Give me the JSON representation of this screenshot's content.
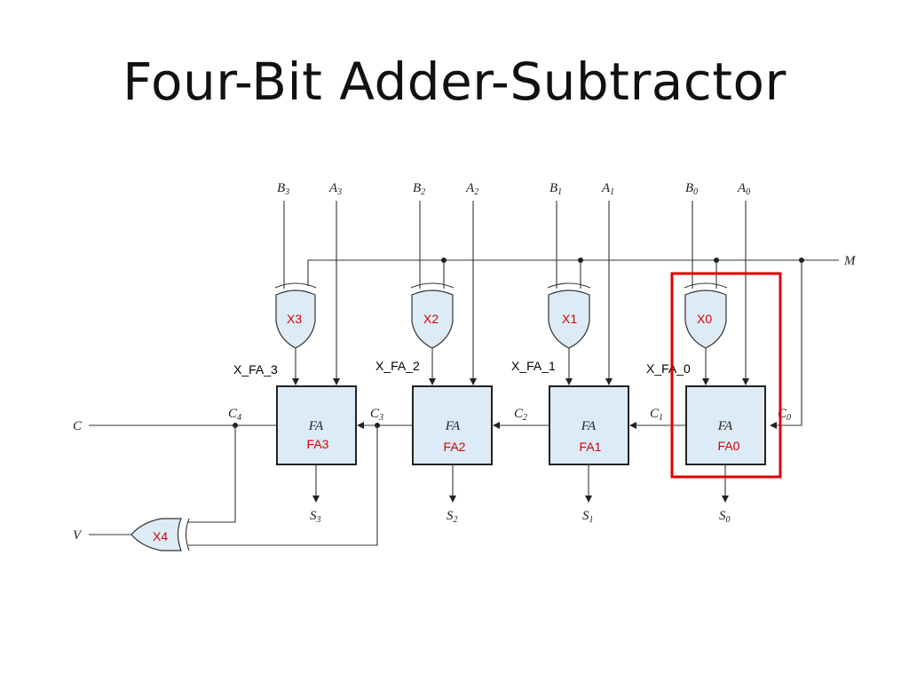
{
  "title": "Four-Bit Adder-Subtractor",
  "inputs": {
    "b": [
      {
        "l": "B",
        "s": "3"
      },
      {
        "l": "B",
        "s": "2"
      },
      {
        "l": "B",
        "s": "1"
      },
      {
        "l": "B",
        "s": "0"
      }
    ],
    "a": [
      {
        "l": "A",
        "s": "3"
      },
      {
        "l": "A",
        "s": "2"
      },
      {
        "l": "A",
        "s": "1"
      },
      {
        "l": "A",
        "s": "0"
      }
    ]
  },
  "mode_label": "M",
  "xor_tags": [
    "X3",
    "X2",
    "X1",
    "X0"
  ],
  "xor_to_fa_labels": [
    "X_FA_3",
    "X_FA_2",
    "X_FA_1",
    "X_FA_0"
  ],
  "fa_label": "FA",
  "fa_tags": [
    "FA3",
    "FA2",
    "FA1",
    "FA0"
  ],
  "sums": [
    {
      "l": "S",
      "s": "3"
    },
    {
      "l": "S",
      "s": "2"
    },
    {
      "l": "S",
      "s": "1"
    },
    {
      "l": "S",
      "s": "0"
    }
  ],
  "carries": [
    {
      "l": "C",
      "s": "4"
    },
    {
      "l": "C",
      "s": "3"
    },
    {
      "l": "C",
      "s": "2"
    },
    {
      "l": "C",
      "s": "1"
    },
    {
      "l": "C",
      "s": "0"
    }
  ],
  "carry_out_label": "C",
  "overflow_label": "V",
  "overflow_gate_tag": "X4",
  "highlight_color": "#e00000"
}
